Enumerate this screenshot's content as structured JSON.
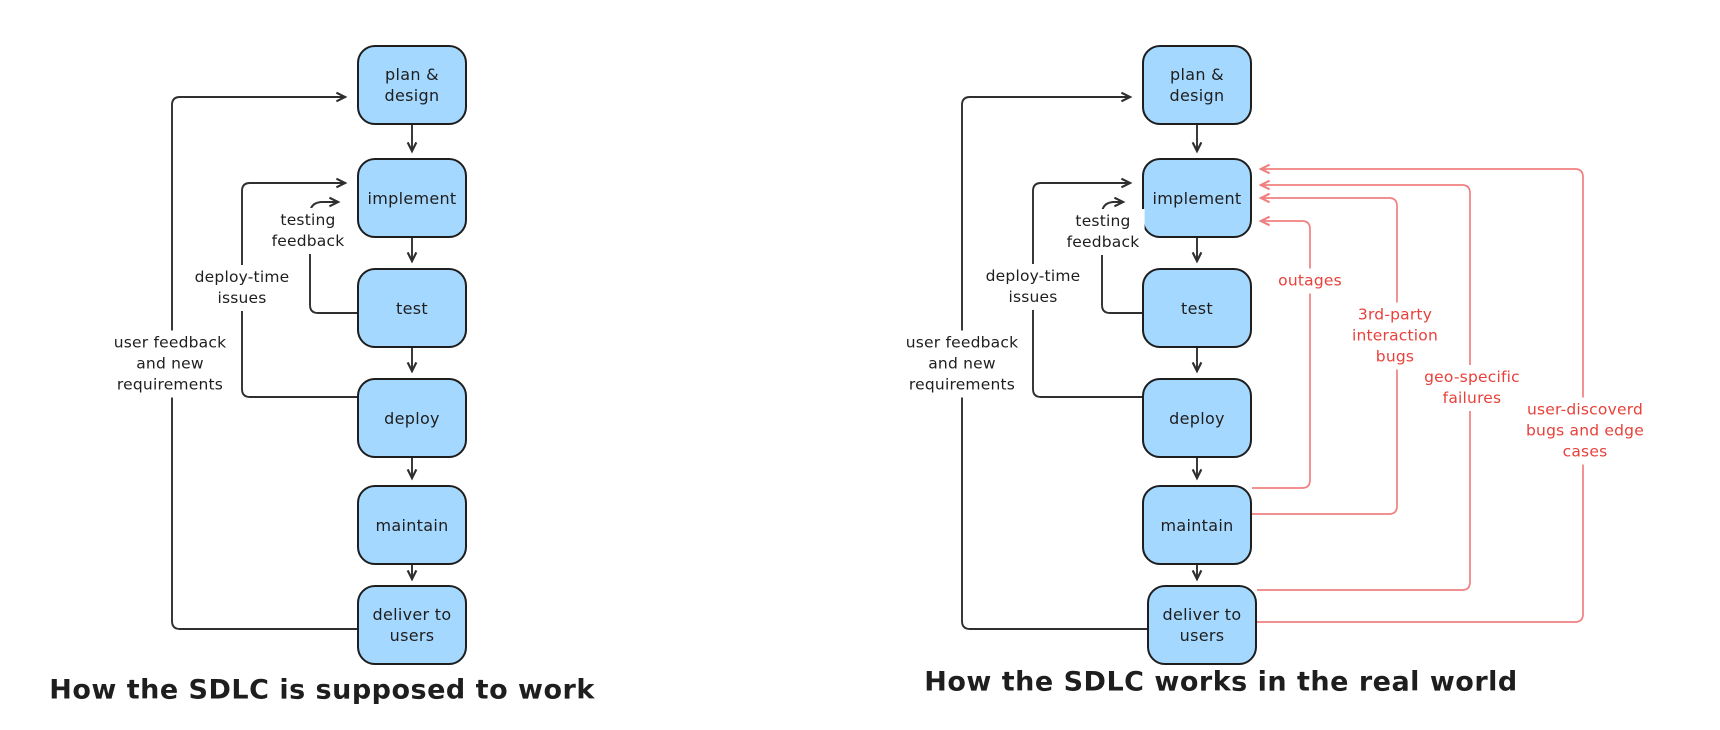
{
  "colors": {
    "background": "#ffffff",
    "box_fill": "#a5d8ff",
    "ink": "#1e1e1e",
    "line": "#2f2f2f",
    "red_line": "#f08080",
    "red_text": "#e8403a"
  },
  "left_diagram": {
    "caption": "How the SDLC is supposed to work",
    "nodes": [
      {
        "id": "plan-design",
        "label": "plan &\ndesign"
      },
      {
        "id": "implement",
        "label": "implement"
      },
      {
        "id": "test",
        "label": "test"
      },
      {
        "id": "deploy",
        "label": "deploy"
      },
      {
        "id": "maintain",
        "label": "maintain"
      },
      {
        "id": "deliver-to-users",
        "label": "deliver to\nusers"
      }
    ],
    "edge_labels": [
      {
        "id": "testing-feedback",
        "text": "testing\nfeedback"
      },
      {
        "id": "deploy-time-issues",
        "text": "deploy-time\nissues"
      },
      {
        "id": "user-feedback",
        "text": "user feedback\nand new\nrequirements"
      }
    ]
  },
  "right_diagram": {
    "caption": "How the SDLC works in the real world",
    "nodes": [
      {
        "id": "plan-design",
        "label": "plan &\ndesign"
      },
      {
        "id": "implement",
        "label": "implement"
      },
      {
        "id": "test",
        "label": "test"
      },
      {
        "id": "deploy",
        "label": "deploy"
      },
      {
        "id": "maintain",
        "label": "maintain"
      },
      {
        "id": "deliver-to-users",
        "label": "deliver to\nusers"
      }
    ],
    "edge_labels": [
      {
        "id": "testing-feedback",
        "text": "testing\nfeedback"
      },
      {
        "id": "deploy-time-issues",
        "text": "deploy-time\nissues"
      },
      {
        "id": "user-feedback",
        "text": "user feedback\nand new\nrequirements"
      }
    ],
    "failure_labels": [
      {
        "id": "outages",
        "text": "outages"
      },
      {
        "id": "third-party-interaction-bugs",
        "text": "3rd-party\ninteraction\nbugs"
      },
      {
        "id": "geo-specific-failures",
        "text": "geo-specific\nfailures"
      },
      {
        "id": "user-discovered-bugs",
        "text": "user-discoverd\nbugs and edge cases"
      }
    ]
  }
}
